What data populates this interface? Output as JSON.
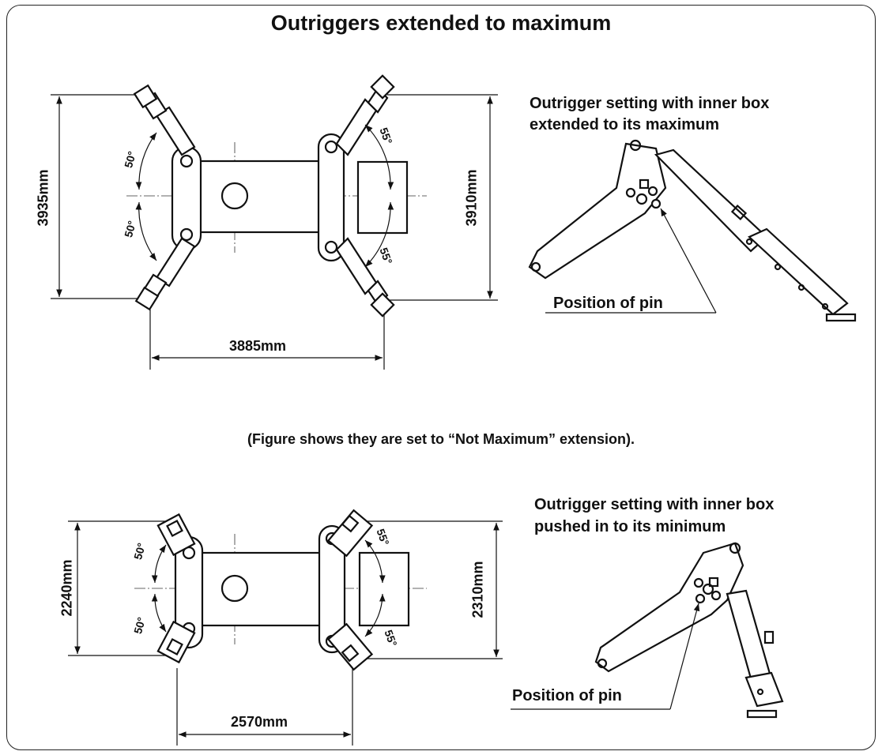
{
  "title": "Outriggers extended to maximum",
  "subtitle": "(Figure shows they are set to “Not Maximum” extension).",
  "top": {
    "caption_line1": "Outrigger setting with inner box",
    "caption_line2": "extended to its maximum",
    "dim_left": "3935mm",
    "dim_right": "3910mm",
    "dim_bottom": "3885mm",
    "angle_left": "50°",
    "angle_right": "55°",
    "pin_label": "Position of pin"
  },
  "bottom": {
    "caption_line1": "Outrigger setting with inner box",
    "caption_line2": "pushed in to its minimum",
    "dim_left": "2240mm",
    "dim_right": "2310mm",
    "dim_bottom": "2570mm",
    "angle_left": "50°",
    "angle_right": "55°",
    "pin_label": "Position of pin"
  }
}
